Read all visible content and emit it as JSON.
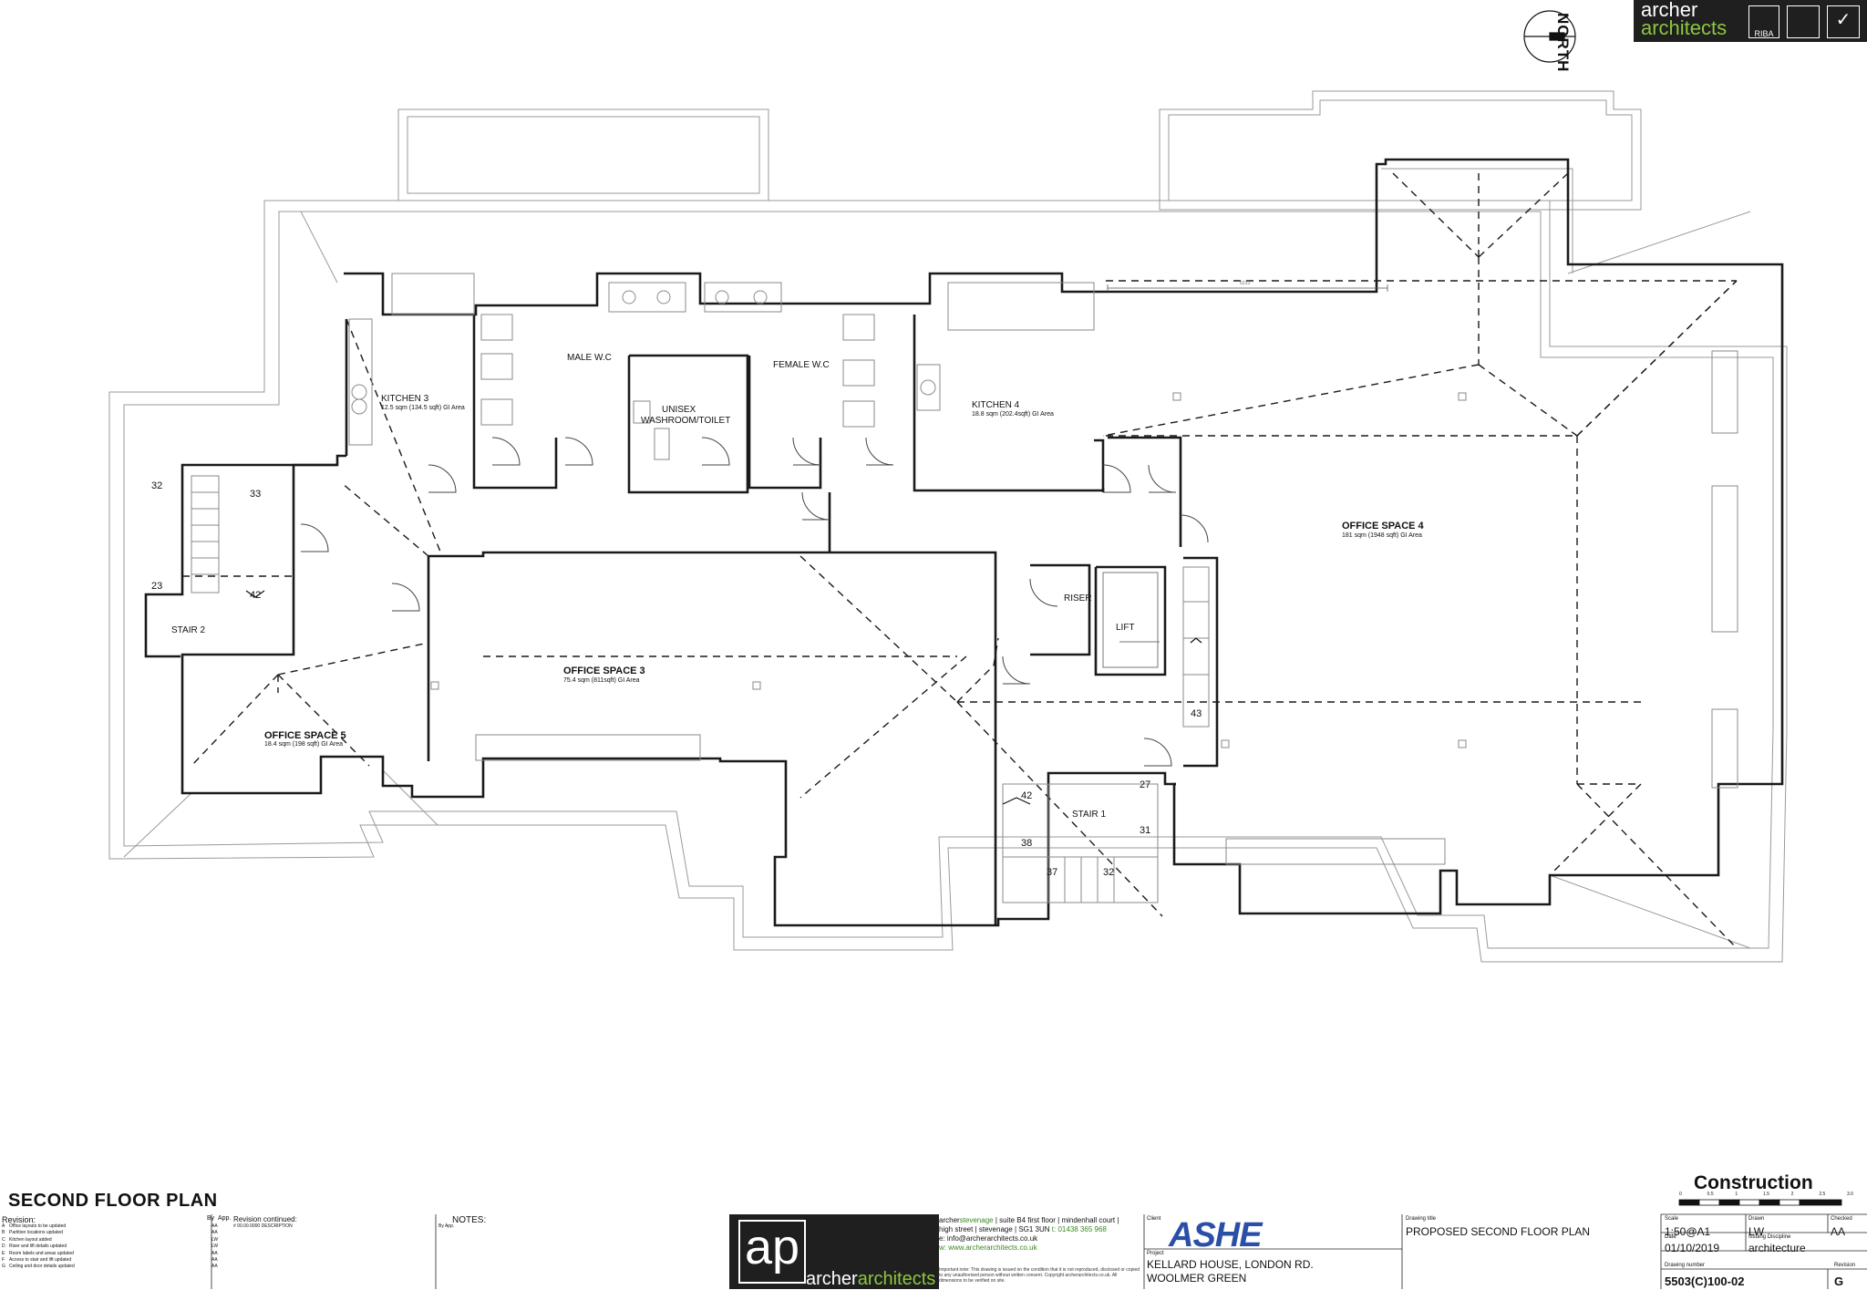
{
  "drawing": {
    "title": "SECOND FLOOR PLAN",
    "north_label": "NORTH",
    "status": "Construction",
    "rooms": {
      "male_wc": "MALE W.C",
      "female_wc": "FEMALE W.C",
      "unisex_1": "UNISEX",
      "unisex_2": "WASHROOM/TOILET",
      "kitchen3": "KITCHEN 3",
      "kitchen3_area": "12.5 sqm (134.5 sqft) GI Area",
      "kitchen4": "KITCHEN 4",
      "kitchen4_area": "18.8 sqm (202.4sqft) GI Area",
      "office4": "OFFICE SPACE 4",
      "office4_area": "181 sqm (1948 sqft) GI Area",
      "office3": "OFFICE SPACE 3",
      "office3_area": "75.4 sqm (811sqft) GI Area",
      "office5": "OFFICE SPACE 5",
      "office5_area": "18.4 sqm (198 sqft) GI Area",
      "stair2": "STAIR 2",
      "stair1": "STAIR 1",
      "riser": "RISER",
      "lift": "LIFT"
    },
    "steps": {
      "s32a": "32",
      "s33": "33",
      "s23": "23",
      "s42a": "42",
      "s43": "43",
      "s27": "27",
      "s42b": "42",
      "s31": "31",
      "s38": "38",
      "s37": "37",
      "s32b": "32"
    },
    "dimension": "6233"
  },
  "brand": {
    "name_line1": "archer",
    "name_line2": "architects",
    "riba": "RIBA",
    "cert_mark": "✓",
    "ap_mono": "ap",
    "ap_name_a": "archer",
    "ap_name_b": "architects"
  },
  "revisions": {
    "header": "Revision:",
    "header_by": "By",
    "header_app": "App.",
    "cont_header": "Revision continued:",
    "cont_row": "# 00.00.0000 DESCRIPTION",
    "rows": [
      {
        "id": "A",
        "desc": "Office layouts to be updated",
        "by": "AA"
      },
      {
        "id": "B",
        "desc": "Partition locations updated",
        "by": "AA"
      },
      {
        "id": "C",
        "desc": "Kitchen layout added",
        "by": "LW"
      },
      {
        "id": "D",
        "desc": "Riser and lift details updated",
        "by": "LW"
      },
      {
        "id": "E",
        "desc": "Room labels and areas updated",
        "by": "AA"
      },
      {
        "id": "F",
        "desc": "Access to stair and lift updated",
        "by": "AA"
      },
      {
        "id": "G",
        "desc": "Ceiling and door details updated",
        "by": "AA"
      }
    ]
  },
  "notes": {
    "header": "NOTES:",
    "by": "By",
    "app": "App."
  },
  "contact": {
    "line1_a": "archer",
    "line1_b": "stevenage",
    "line1_c": " | suite B4 first floor | mindenhall court |",
    "line2": "high street | stevenage | SG1 3UN",
    "phone": "t: 01438 365 968",
    "email": "e: info@archerarchitects.co.uk",
    "web": "w: www.archerarchitects.co.uk",
    "fine": "Important note: This drawing is issued on the condition that it is not reproduced, disclosed or copied to any unauthorised person without written consent. Copyright archerarchitects.co.uk. All dimensions to be verified on site."
  },
  "client": {
    "label": "Client",
    "name": "ASHE"
  },
  "project": {
    "label": "Project",
    "line1": "KELLARD HOUSE, LONDON RD.",
    "line2": "WOOLMER GREEN"
  },
  "drawing_title": {
    "label": "Drawing title",
    "value": "PROPOSED SECOND FLOOR PLAN"
  },
  "meta": {
    "scale_label": "Scale",
    "scale": "1:50@A1",
    "drawn_label": "Drawn",
    "drawn": "LW",
    "checked_label": "Checked",
    "checked": "AA",
    "date_label": "Date",
    "date": "01/10/2019",
    "issuing_label": "Issuing Discipline",
    "issuing": "architecture",
    "number_label": "Drawing number",
    "number": "5503(C)100-02",
    "revision_label": "Revision",
    "revision": "G"
  },
  "scale_ticks": [
    "0",
    "0.5",
    "1",
    "1.5",
    "2",
    "2.5",
    "3.0"
  ]
}
